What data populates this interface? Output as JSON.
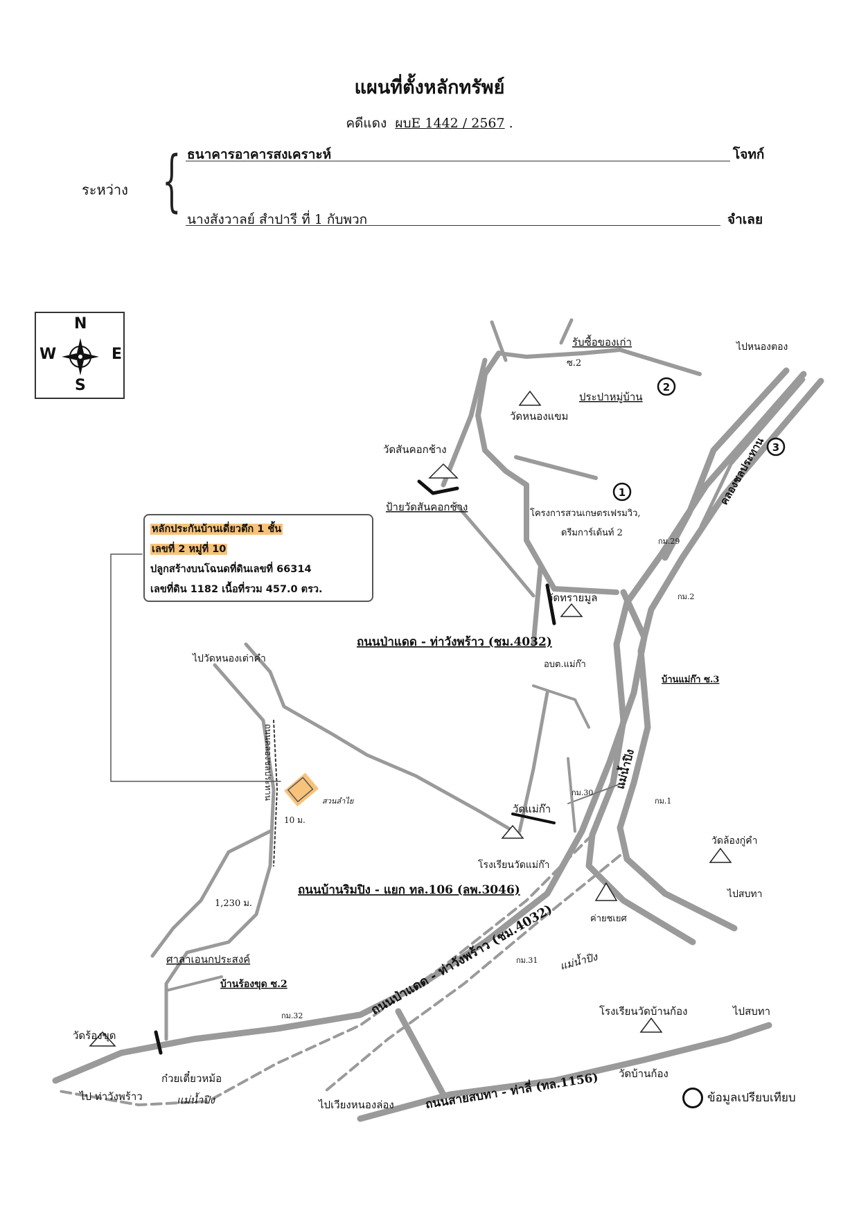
{
  "header": {
    "title": "แผนที่ตั้งหลักทรัพย์",
    "case_label": "คดีแดง",
    "case_number": "ผบE 1442 / 2567"
  },
  "parties": {
    "between_label": "ระหว่าง",
    "plaintiff_name": "ธนาคารอาคารสงเคราะห์",
    "plaintiff_role": "โจทก์",
    "defendant_name": "นางสังวาลย์  สำปารี   ที่ 1 กับพวก",
    "defendant_role": "จำเลย"
  },
  "compass": {
    "north": "N",
    "south": "S",
    "east": "E",
    "west": "W"
  },
  "asset_box": {
    "line1": "หลักประกันบ้านเดี่ยวตึก 1 ชั้น",
    "line2": "เลขที่ 2 หมู่ที่ 10",
    "line3": "ปลูกสร้างบนโฉนดที่ดินเลขที่ 66314",
    "line4": "เลขที่ดิน 1182 เนื้อที่รวม 457.0 ตรว.",
    "highlight_color": "#f7c27a"
  },
  "map_labels": {
    "buy_old": "รับซื้อของเก่า",
    "soi2_top": "ซ.2",
    "village_sign": "ประปาหมู่บ้าน",
    "wat_nongkhaem": "วัดหนองแขม",
    "wat_sankokchang": "วัดสันคอกช้าง",
    "sign_wat_sankokchang": "ป้ายวัดสันคอกช้าง",
    "project_line1": "โครงการสวนเกษตรเฟรมวิว,",
    "project_line2": "ดรีมการ์เด้นท์ 2",
    "to_nongtong": "ไปหนองตอง",
    "wat_saimoon": "วัดทรายมูล",
    "road_padaeng_top": "ถนนป่าแดด - ท่าวังพร้าว (ชม.4032)",
    "obt_maeka": "อบต.แม่ก๊า",
    "ban_maeka_soi3": "บ้านแม่ก๊า ซ.3",
    "to_wat_nongtaokham": "ไปวัดหนองเต่าคำ",
    "lane_name": "ถนนคลองชลประทาน",
    "longan_garden": "สวนลำไย",
    "dist_10m": "10 ม.",
    "wat_maeka": "วัดแม่ก๊า",
    "school_maeka": "โรงเรียนวัดแม่ก๊า",
    "wat_longkukham": "วัดล้องกู่คำ",
    "road_banrimping": "ถนนบ้านริมปิง - แยก ทล.106 (ลพ.3046)",
    "to_sanpatong_1": "ไปสบทา",
    "dist_1230m": "1,230 ม.",
    "camp_chaiyot": "ค่ายชเยศ",
    "road_padaeng_bottom": "ถนนป่าแดด - ท่าวังพร้าว (ชม.4032)",
    "km31": "กม.31",
    "river_ping_1": "แม่น้ำปิง",
    "sala_anek": "ศาลาเอนกประสงค์",
    "ban_rongkhot": "บ้านร้องขุด ซ.2",
    "km32": "กม.32",
    "wat_rongkhot": "วัดร้องขุด",
    "noodle_shop": "ก๋วยเตี๋ยวหม้อ",
    "to_thawangphrao": "ไป ท่าวังพร้าว",
    "river_ping_2": "แม่น้ำปิง",
    "to_wiang_nonglong": "ไปเวียงหนองล่อง",
    "road_sanpatong": "ถนนสายสบทา - ท่าลี่ (ทล.1156)",
    "school_banklong": "โรงเรียนวัดบ้านก้อง",
    "wat_banklong": "วัดบ้านก้อง",
    "to_sanpatong_2": "ไปสบทา",
    "km29": "กม.29",
    "km2": "กม.2",
    "km30": "กม.30",
    "km1": "กม.1",
    "river_ping_vertical": "แม่น้ำปิง",
    "canal_label": "คลองชลประทาน",
    "marker1": "1",
    "marker2": "2",
    "marker3": "3"
  },
  "legend": {
    "label": "ข้อมูลเปรียบเทียบ"
  }
}
